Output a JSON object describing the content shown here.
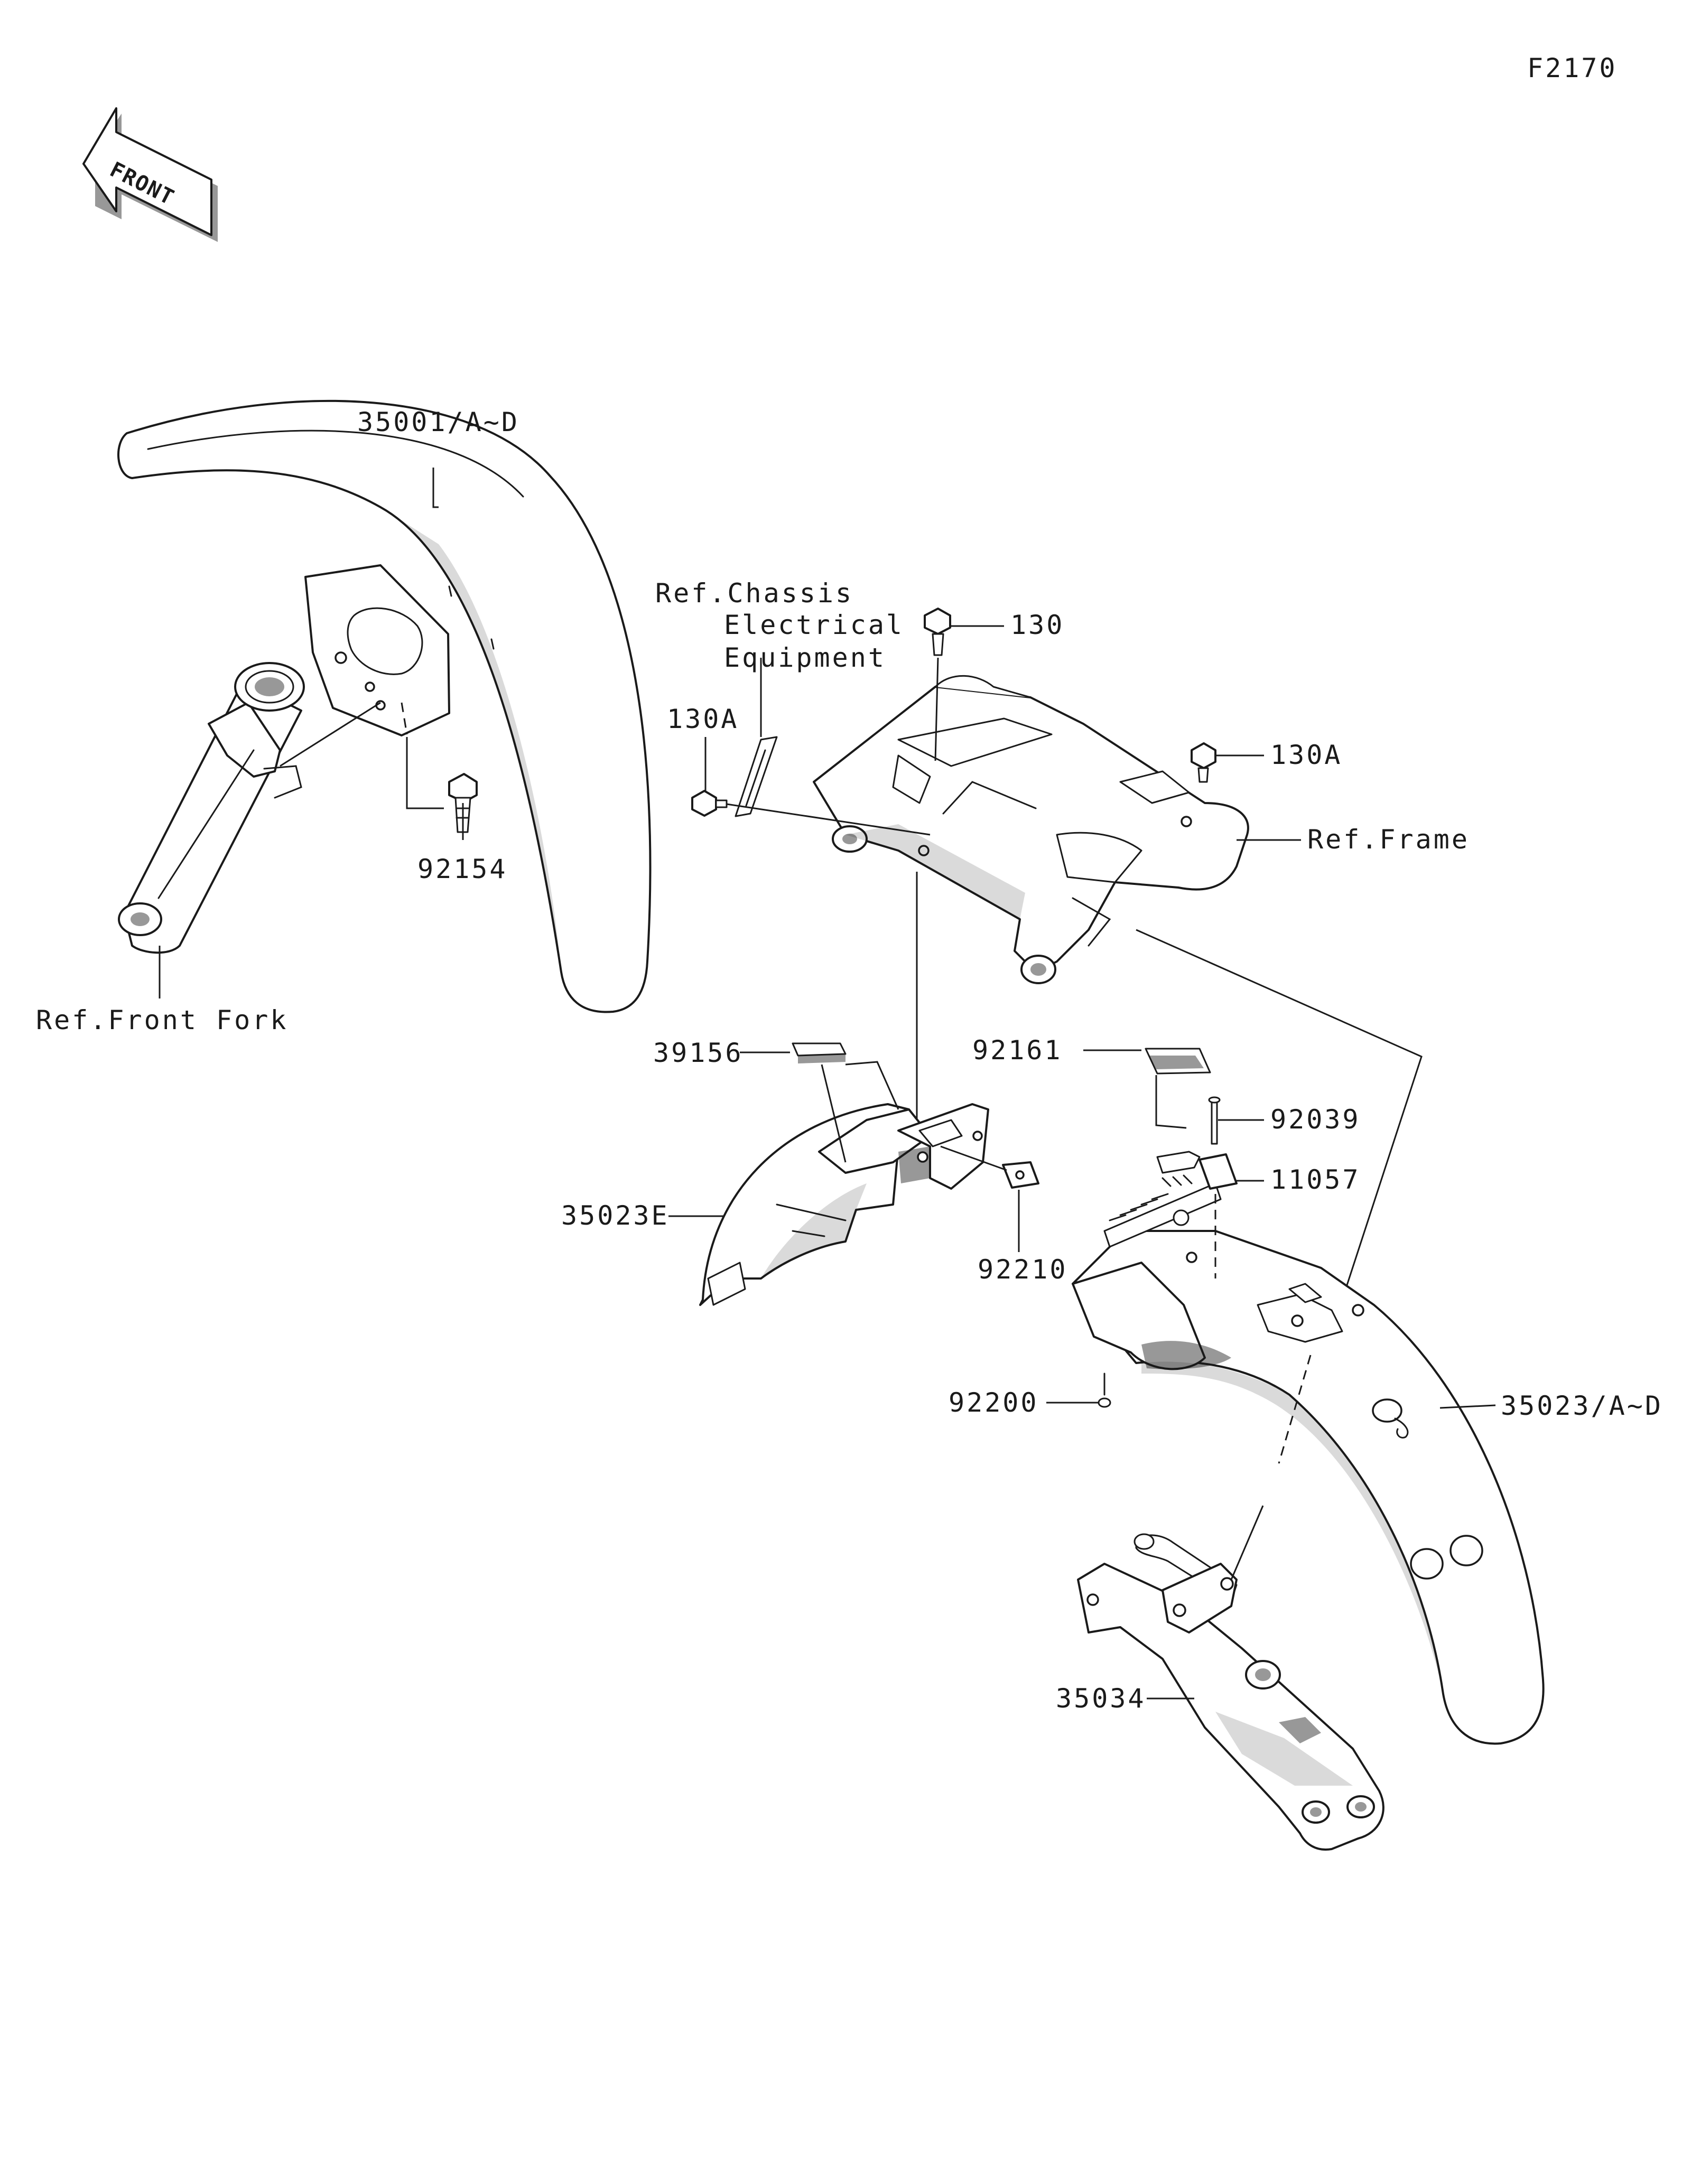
{
  "diagram_code": "F2170",
  "front_arrow": {
    "label": "FRONT"
  },
  "parts": [
    {
      "id": "front-fender",
      "label": "35001/A~D"
    },
    {
      "id": "bolt-92154",
      "label": "92154"
    },
    {
      "id": "ref-front-fork",
      "label": "Ref.Front Fork"
    },
    {
      "id": "ref-chassis-electrical",
      "label_lines": [
        "Ref.Chassis",
        "Electrical",
        "Equipment"
      ]
    },
    {
      "id": "bolt-130",
      "label": "130"
    },
    {
      "id": "bolt-130a-left",
      "label": "130A"
    },
    {
      "id": "bolt-130a-right",
      "label": "130A"
    },
    {
      "id": "ref-frame",
      "label": "Ref.Frame"
    },
    {
      "id": "pad-39156",
      "label": "39156"
    },
    {
      "id": "rear-fender-front",
      "label": "35023E"
    },
    {
      "id": "nut-92210",
      "label": "92210"
    },
    {
      "id": "pad-92161",
      "label": "92161"
    },
    {
      "id": "screw-92039",
      "label": "92039"
    },
    {
      "id": "clamp-11057",
      "label": "11057"
    },
    {
      "id": "clip-92200",
      "label": "92200"
    },
    {
      "id": "rear-fender",
      "label": "35023/A~D"
    },
    {
      "id": "fender-stay",
      "label": "35034"
    }
  ]
}
